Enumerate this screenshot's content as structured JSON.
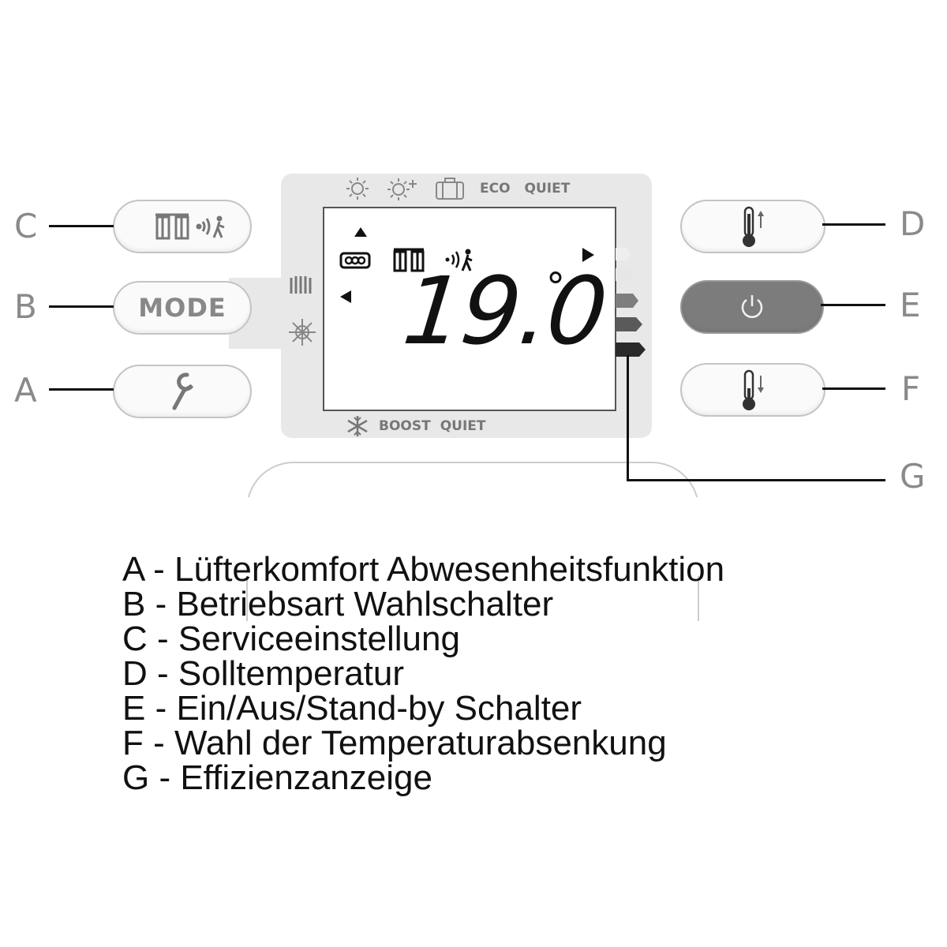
{
  "callouts": {
    "a": "A",
    "b": "B",
    "c": "C",
    "d": "D",
    "e": "E",
    "f": "F",
    "g": "G"
  },
  "buttons": {
    "mode_label": "MODE"
  },
  "display": {
    "top_labels": [
      "ECO",
      "QUIET"
    ],
    "bottom_labels": [
      "BOOST",
      "QUIET"
    ],
    "temperature": "19.0",
    "degree": "°"
  },
  "legend": [
    "A - Lüfterkomfort Abwesenheitsfunktion",
    "B - Betriebsart Wahlschalter",
    "C - Serviceeinstellung",
    "D - Solltemperatur",
    "E - Ein/Aus/Stand-by Schalter",
    "F - Wahl der Temperaturabsenkung",
    "G - Effizienzanzeige"
  ],
  "colors": {
    "panel": "#e8e8e8",
    "power_button": "#7c7c7c",
    "callout_letter": "#8a8a8a"
  }
}
